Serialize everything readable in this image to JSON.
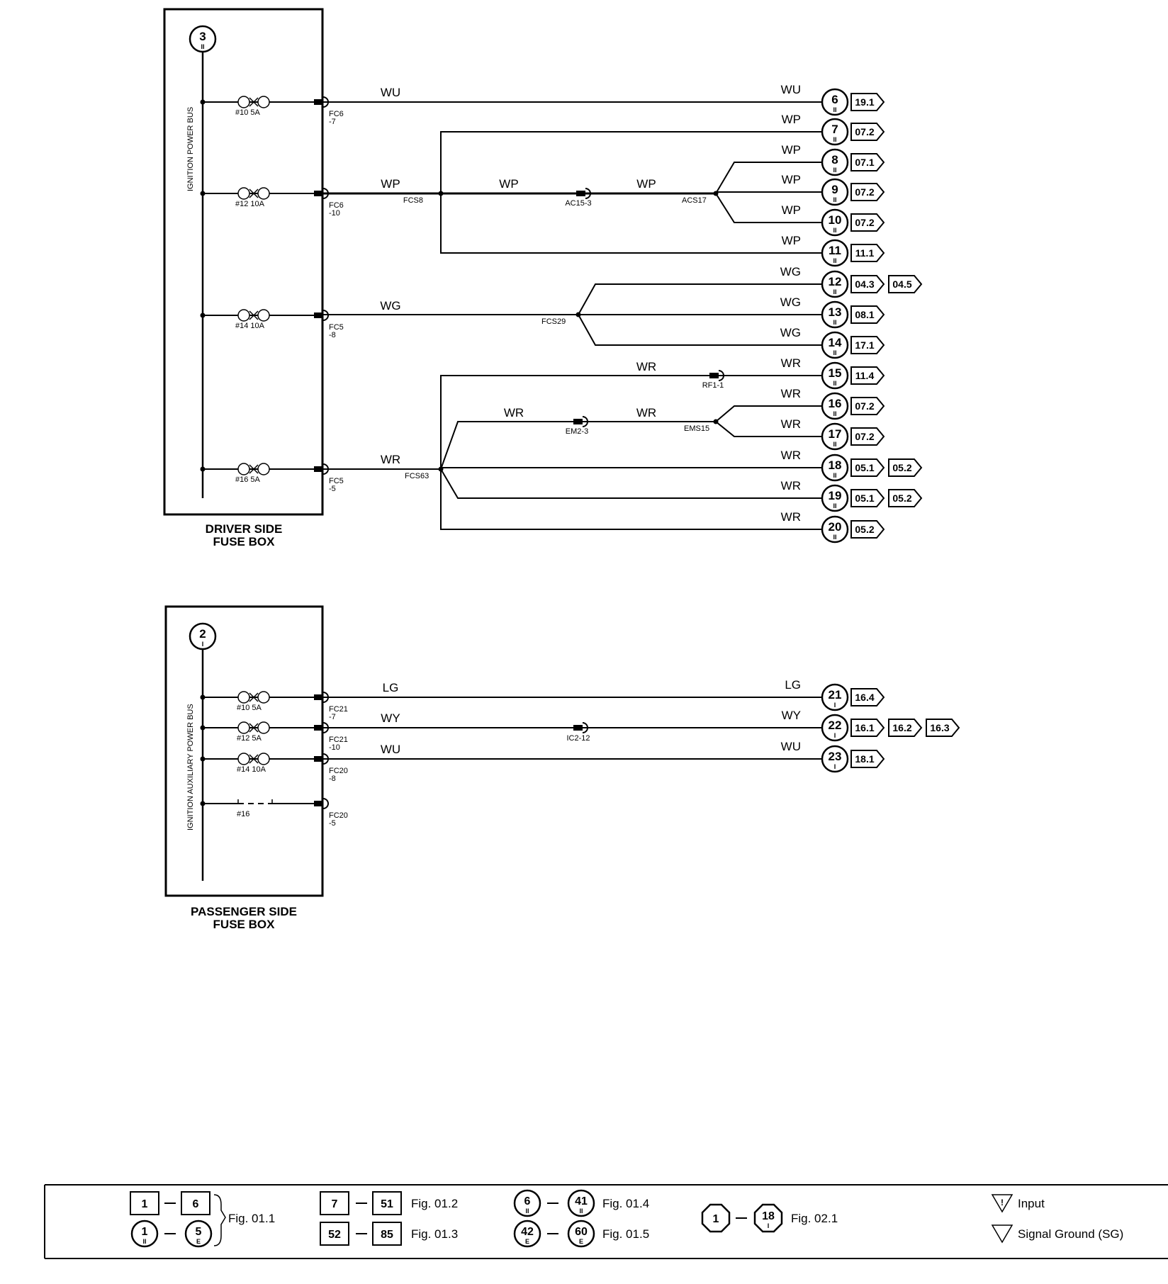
{
  "driver_box": {
    "bus_label": "IGNITION POWER BUS",
    "source_num": "3",
    "source_sub": "II",
    "title_line1": "DRIVER SIDE",
    "title_line2": "FUSE BOX",
    "fuses": [
      {
        "label": "#10 5A",
        "conn1": "FC6",
        "conn2": "-7",
        "wire": "WU"
      },
      {
        "label": "#12 10A",
        "conn1": "FC6",
        "conn2": "-10",
        "wire": "WP"
      },
      {
        "label": "#14 10A",
        "conn1": "FC5",
        "conn2": "-8",
        "wire": "WG"
      },
      {
        "label": "#16 5A",
        "conn1": "FC5",
        "conn2": "-5",
        "wire": "WR"
      }
    ]
  },
  "passenger_box": {
    "bus_label": "IGNITION AUXILIARY POWER BUS",
    "source_num": "2",
    "source_sub": "I",
    "title_line1": "PASSENGER SIDE",
    "title_line2": "FUSE BOX",
    "fuses": [
      {
        "label": "#10 5A",
        "conn1": "FC21",
        "conn2": "-7",
        "wire": "LG"
      },
      {
        "label": "#12 5A",
        "conn1": "FC21",
        "conn2": "-10",
        "wire": "WY"
      },
      {
        "label": "#14 10A",
        "conn1": "FC20",
        "conn2": "-8",
        "wire": "WU"
      },
      {
        "label": "#16",
        "conn1": "FC20",
        "conn2": "-5",
        "wire": ""
      }
    ]
  },
  "splices": {
    "fcs8": "FCS8",
    "ac15": "AC15-3",
    "acs17": "ACS17",
    "fcs29": "FCS29",
    "rf1": "RF1-1",
    "em2": "EM2-3",
    "ems15": "EMS15",
    "fcs63": "FCS63",
    "ic2": "IC2-12"
  },
  "wire_labels": {
    "wp_mid1": "WP",
    "wp_mid2": "WP",
    "wr_top": "WR",
    "wr_em_left": "WR",
    "wr_em_right": "WR"
  },
  "outputs": [
    {
      "num": "6",
      "sub": "II",
      "wire": "WU",
      "refs": [
        "19.1"
      ]
    },
    {
      "num": "7",
      "sub": "II",
      "wire": "WP",
      "refs": [
        "07.2"
      ]
    },
    {
      "num": "8",
      "sub": "II",
      "wire": "WP",
      "refs": [
        "07.1"
      ]
    },
    {
      "num": "9",
      "sub": "II",
      "wire": "WP",
      "refs": [
        "07.2"
      ]
    },
    {
      "num": "10",
      "sub": "II",
      "wire": "WP",
      "refs": [
        "07.2"
      ]
    },
    {
      "num": "11",
      "sub": "II",
      "wire": "WP",
      "refs": [
        "11.1"
      ]
    },
    {
      "num": "12",
      "sub": "II",
      "wire": "WG",
      "refs": [
        "04.3",
        "04.5"
      ]
    },
    {
      "num": "13",
      "sub": "II",
      "wire": "WG",
      "refs": [
        "08.1"
      ]
    },
    {
      "num": "14",
      "sub": "II",
      "wire": "WG",
      "refs": [
        "17.1"
      ]
    },
    {
      "num": "15",
      "sub": "II",
      "wire": "WR",
      "refs": [
        "11.4"
      ]
    },
    {
      "num": "16",
      "sub": "II",
      "wire": "WR",
      "refs": [
        "07.2"
      ]
    },
    {
      "num": "17",
      "sub": "II",
      "wire": "WR",
      "refs": [
        "07.2"
      ]
    },
    {
      "num": "18",
      "sub": "II",
      "wire": "WR",
      "refs": [
        "05.1",
        "05.2"
      ]
    },
    {
      "num": "19",
      "sub": "II",
      "wire": "WR",
      "refs": [
        "05.1",
        "05.2"
      ]
    },
    {
      "num": "20",
      "sub": "II",
      "wire": "WR",
      "refs": [
        "05.2"
      ]
    },
    {
      "num": "21",
      "sub": "I",
      "wire": "LG",
      "refs": [
        "16.4"
      ]
    },
    {
      "num": "22",
      "sub": "I",
      "wire": "WY",
      "refs": [
        "16.1",
        "16.2",
        "16.3"
      ]
    },
    {
      "num": "23",
      "sub": "I",
      "wire": "WU",
      "refs": [
        "18.1"
      ]
    }
  ],
  "legend": {
    "r1_a": "1",
    "r1_b": "6",
    "r2_a": "1",
    "r2_a_sub": "II",
    "r2_b": "5",
    "r2_b_sub": "E",
    "fig_011": "Fig. 01.1",
    "sq_7": "7",
    "sq_51": "51",
    "fig_012": "Fig. 01.2",
    "sq_52": "52",
    "sq_85": "85",
    "fig_013": "Fig. 01.3",
    "c_6": "6",
    "c_6_sub": "II",
    "c_41": "41",
    "c_41_sub": "II",
    "fig_014": "Fig. 01.4",
    "c_42": "42",
    "c_42_sub": "E",
    "c_60": "60",
    "c_60_sub": "E",
    "fig_015": "Fig. 01.5",
    "o_1": "1",
    "o_18": "18",
    "o_18_sub": "I",
    "fig_021": "Fig. 02.1",
    "input_glyph": "!",
    "input_label": "Input",
    "sg_label": "Signal Ground (SG)"
  }
}
